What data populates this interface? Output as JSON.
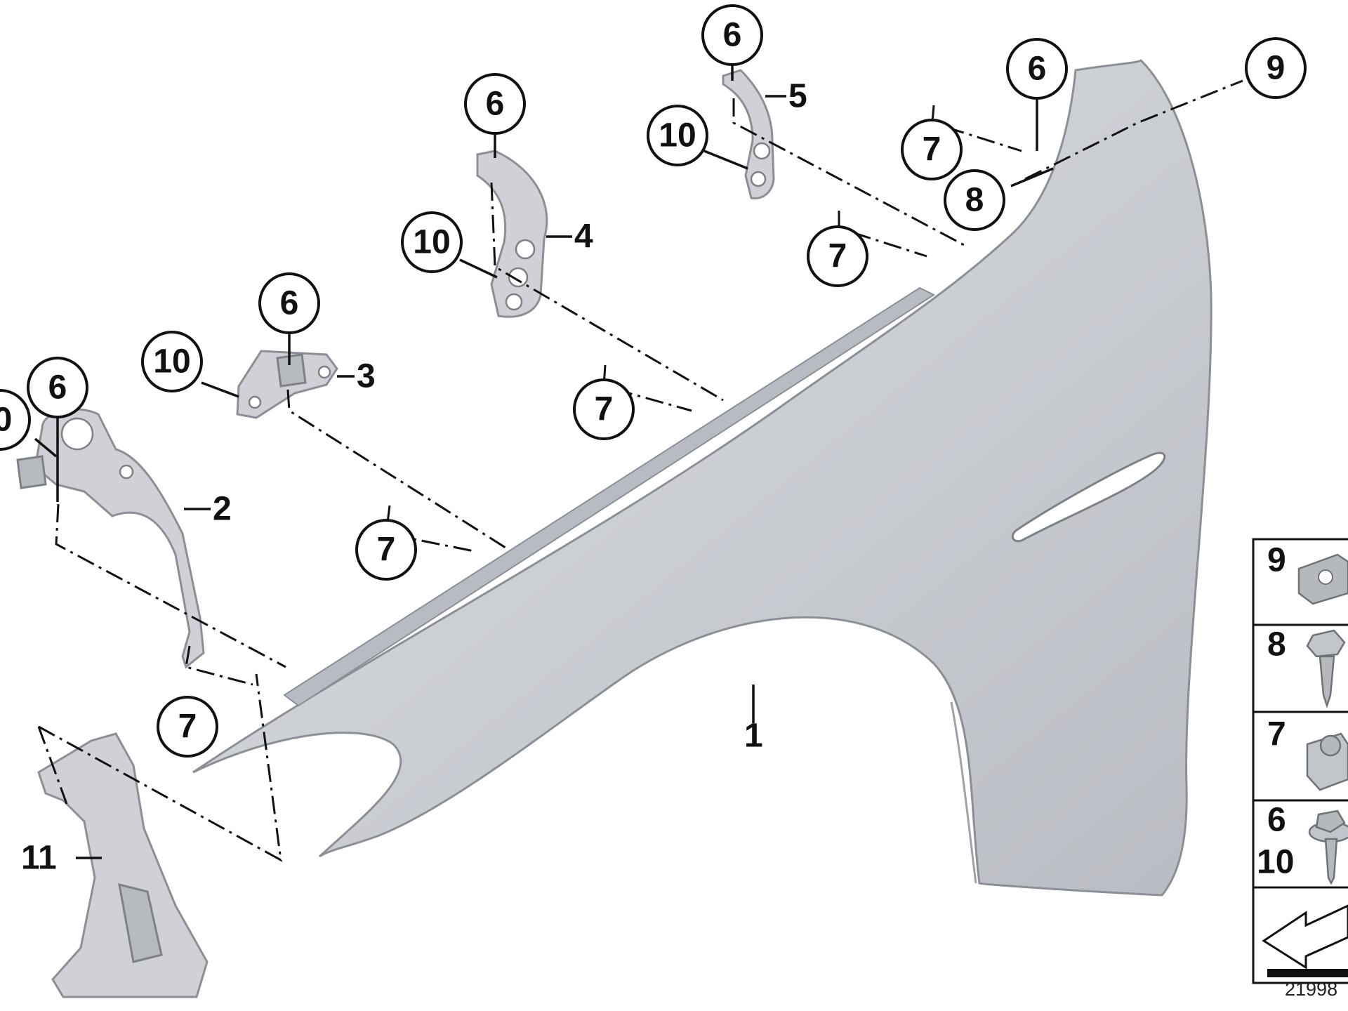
{
  "diagram": {
    "part_numbers": {
      "p1": "1",
      "p2": "2",
      "p3": "3",
      "p4": "4",
      "p5": "5",
      "p6": "6",
      "p7": "7",
      "p8": "8",
      "p9": "9",
      "p10": "10",
      "p11": "11"
    },
    "left_edge_partial_label": "0",
    "legend": {
      "rows": [
        {
          "label": "9",
          "icon": "clip-nut-icon"
        },
        {
          "label": "8",
          "icon": "hex-screw-icon"
        },
        {
          "label": "7",
          "icon": "spring-nut-icon"
        },
        {
          "label": "6",
          "label2": "10",
          "icon": "hex-bolt-washer-icon"
        },
        {
          "label": "",
          "icon": "vehicle-direction-arrow-icon"
        }
      ]
    },
    "reference_number": "21998",
    "colors": {
      "part_fill": "#cfd1d6",
      "part_stroke": "#8c8f95",
      "line": "#111111",
      "background": "#ffffff"
    }
  }
}
